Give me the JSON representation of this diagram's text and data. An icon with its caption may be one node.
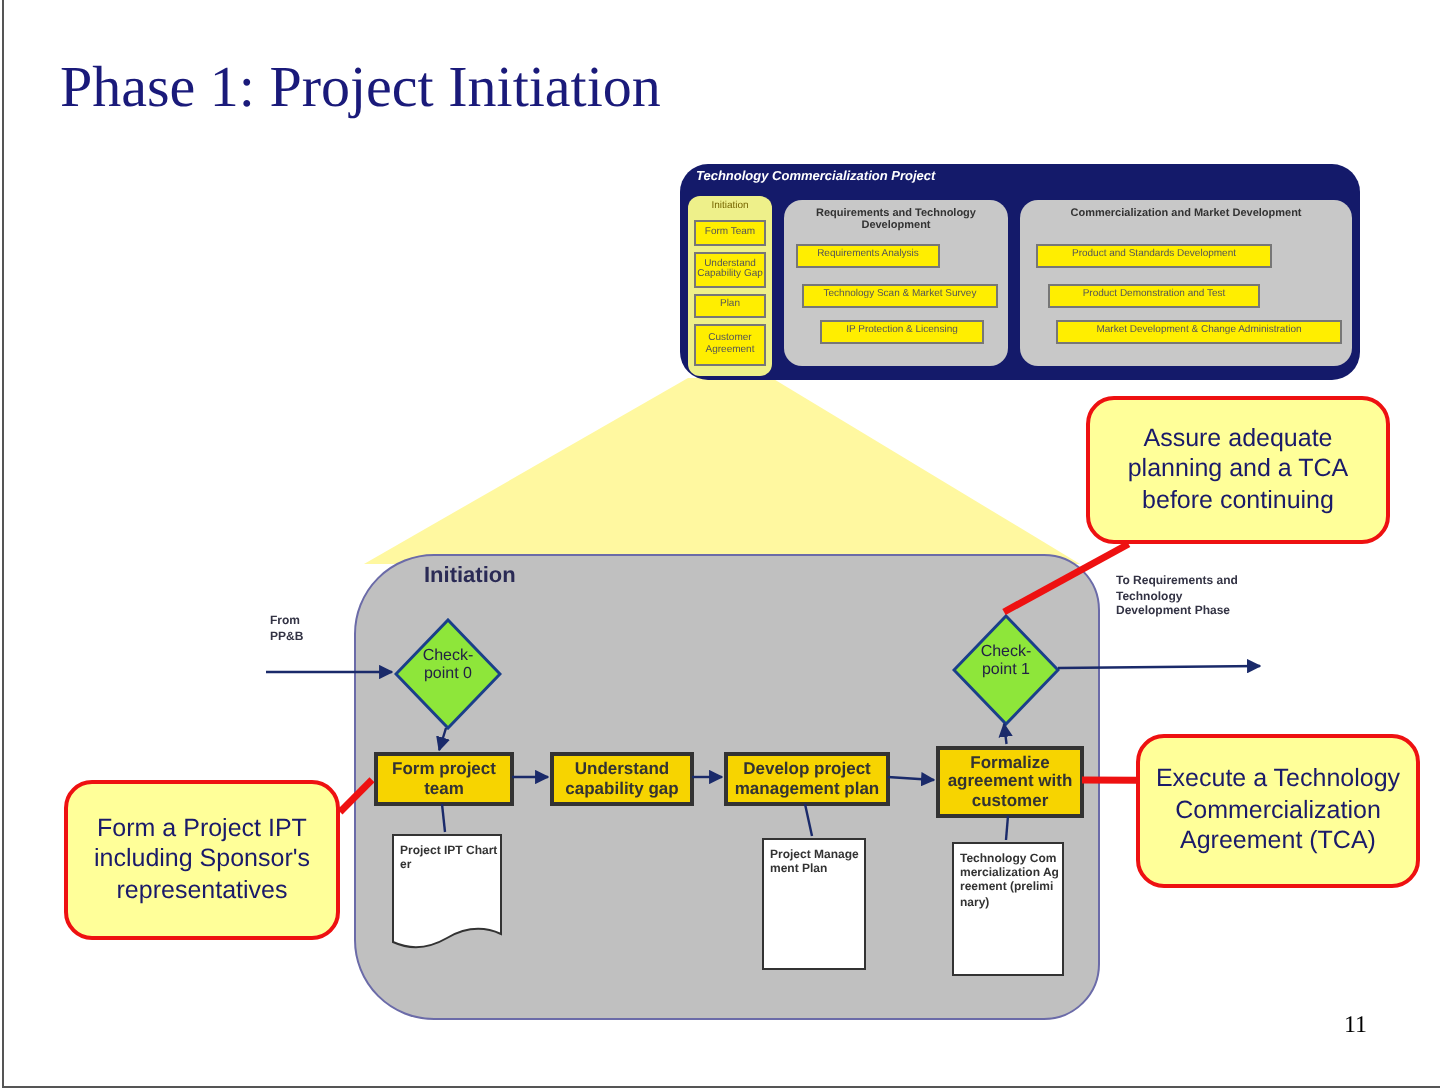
{
  "diagram": {
    "title": "Phase 1: Project Initiation",
    "nodes": [
      {
        "text": [
          "Technology Commercialization Project"
        ]
      },
      {
        "text": [
          "Initiation"
        ],
        "in": 0
      },
      {
        "text": [
          "Form Team"
        ],
        "in": 1
      },
      {
        "text": [
          "Understand Capability Gap"
        ],
        "in": 1
      },
      {
        "text": [
          "Plan"
        ],
        "in": 1
      },
      {
        "text": [
          "Customer Agreement"
        ],
        "in": 1
      },
      {
        "text": [
          "Requirements and Technology Development"
        ],
        "in": 0
      },
      {
        "text": [
          "Requirements Analysis"
        ],
        "in": 6
      },
      {
        "text": [
          "Technology Scan & Market Survey"
        ],
        "in": 6
      },
      {
        "text": [
          "IP Protection & Licensing"
        ],
        "in": 6
      },
      {
        "text": [
          "Commercialization and Market Development"
        ],
        "in": 0
      },
      {
        "text": [
          "Product and Standards Development"
        ],
        "in": 10
      },
      {
        "text": [
          "Product Demonstration and Test"
        ],
        "in": 10
      },
      {
        "text": [
          "Market Development & Change Administration"
        ],
        "in": 10
      },
      {
        "text": [
          "Initiation"
        ]
      },
      {
        "text": [
          "Check-point 0"
        ],
        "in": 14
      },
      {
        "text": [
          "Form project team"
        ],
        "in": 14
      },
      {
        "text": [
          "Understand capability gap"
        ],
        "in": 14
      },
      {
        "text": [
          "Develop project management plan"
        ],
        "in": 14
      },
      {
        "text": [
          "Formalize agreement with customer"
        ],
        "in": 14
      },
      {
        "text": [
          "Check-point 1"
        ],
        "in": 14
      },
      {
        "text": [
          "Project IPT Charter"
        ],
        "in": 14
      },
      {
        "text": [
          "Project Management Plan"
        ],
        "in": 14
      },
      {
        "text": [
          "Technology Commercialization Agreement (preliminary)"
        ],
        "in": 14
      },
      {
        "text": [
          "From PP&B"
        ]
      },
      {
        "text": [
          "To Requirements and Technology Development Phase"
        ]
      },
      {
        "text": [
          "Assure adequate planning and a TCA before continuing"
        ]
      },
      {
        "text": [
          "Execute a Technology Commercialization Agreement (TCA)"
        ]
      },
      {
        "text": [
          "Form a Project IPT including Sponsor's representatives"
        ]
      },
      {
        "text": [],
        "shape": "trapezoid"
      }
    ],
    "edges": [
      {
        "from": 24,
        "to": 15,
        "arrow": "to"
      },
      {
        "from": 15,
        "to": 16,
        "arrow": "to"
      },
      {
        "from": 16,
        "to": 17,
        "arrow": "to"
      },
      {
        "from": 17,
        "to": 18,
        "arrow": "to"
      },
      {
        "from": 18,
        "to": 19,
        "arrow": "to"
      },
      {
        "from": 19,
        "to": 20,
        "arrow": "to"
      },
      {
        "from": 20,
        "to": 25,
        "arrow": "to"
      },
      {
        "from": 16,
        "to": 21,
        "arrow": "none"
      },
      {
        "from": 18,
        "to": 22,
        "arrow": "none"
      },
      {
        "from": 19,
        "to": 23,
        "arrow": "none"
      },
      {
        "from": 26,
        "to": 20,
        "arrow": "none",
        "style": "thick",
        "color": "#ee1111"
      },
      {
        "from": 27,
        "to": 19,
        "arrow": "none",
        "style": "thick",
        "color": "#ee1111"
      },
      {
        "from": 28,
        "to": 16,
        "arrow": "none",
        "style": "thick",
        "color": "#ee1111"
      }
    ],
    "labels": [
      "11"
    ]
  }
}
